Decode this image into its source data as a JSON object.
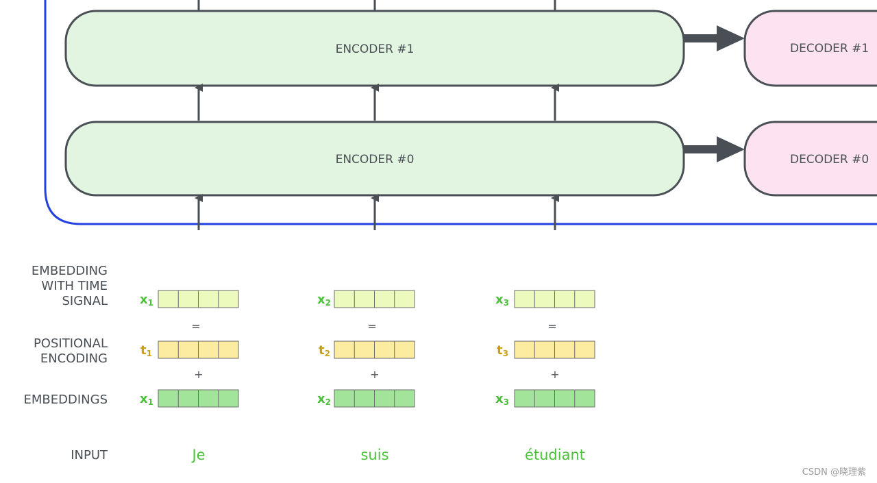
{
  "encoders": [
    {
      "label": "ENCODER #1"
    },
    {
      "label": "ENCODER #0"
    }
  ],
  "decoders": [
    {
      "label": "DECODER #1"
    },
    {
      "label": "DECODER #0"
    }
  ],
  "row_labels": {
    "embedding_time_signal": [
      "EMBEDDING",
      "WITH TIME",
      "SIGNAL"
    ],
    "positional_encoding": [
      "POSITIONAL",
      "ENCODING"
    ],
    "embeddings": "EMBEDDINGS",
    "input": "INPUT"
  },
  "operators": {
    "equals": "=",
    "plus": "+"
  },
  "columns": [
    {
      "time_signal_label": {
        "base": "x",
        "sub": "1"
      },
      "positional_label": {
        "base": "t",
        "sub": "1"
      },
      "embedding_label": {
        "base": "x",
        "sub": "1"
      },
      "word": "Je"
    },
    {
      "time_signal_label": {
        "base": "x",
        "sub": "2"
      },
      "positional_label": {
        "base": "t",
        "sub": "2"
      },
      "embedding_label": {
        "base": "x",
        "sub": "2"
      },
      "word": "suis"
    },
    {
      "time_signal_label": {
        "base": "x",
        "sub": "3"
      },
      "positional_label": {
        "base": "t",
        "sub": "3"
      },
      "embedding_label": {
        "base": "x",
        "sub": "3"
      },
      "word": "étudiant"
    }
  ],
  "colors": {
    "encoder_fill": "#e2f5e1",
    "decoder_fill": "#fde3f1",
    "stroke": "#4a4f55",
    "frame": "#2340e0",
    "time_signal_fill": "#ecfbbd",
    "positional_fill": "#fbeca0",
    "embedding_fill": "#a3e49b",
    "x_label": "#4cc23a",
    "t_label": "#c9a014",
    "word": "#4cc23a"
  },
  "watermark": "CSDN @晓理紫"
}
